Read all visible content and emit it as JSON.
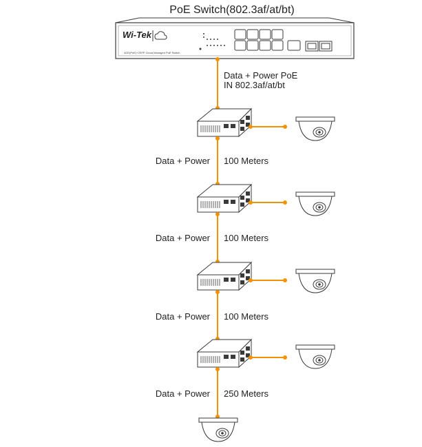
{
  "title": "PoE Switch(802.3af/at/bt)",
  "switch": {
    "brand": "Wi-Tek",
    "model_text": "4GE(PoE)+2SFP Cloud Managed PoE Switch",
    "uplink_label_line1": "Data + Power PoE",
    "uplink_label_line2": "IN 802.3af/at/bt"
  },
  "segments": [
    {
      "left_label": "Data + Power",
      "distance": "100 Meters"
    },
    {
      "left_label": "Data + Power",
      "distance": "100 Meters"
    },
    {
      "left_label": "Data + Power",
      "distance": "100 Meters"
    },
    {
      "left_label": "Data + Power",
      "distance": "250 Meters"
    }
  ],
  "colors": {
    "cable": "#f39200",
    "line": "#3a3a3a",
    "device_fill": "#ffffff"
  },
  "icons": {
    "extender": "poe-extender-icon",
    "camera": "dome-camera-icon"
  }
}
